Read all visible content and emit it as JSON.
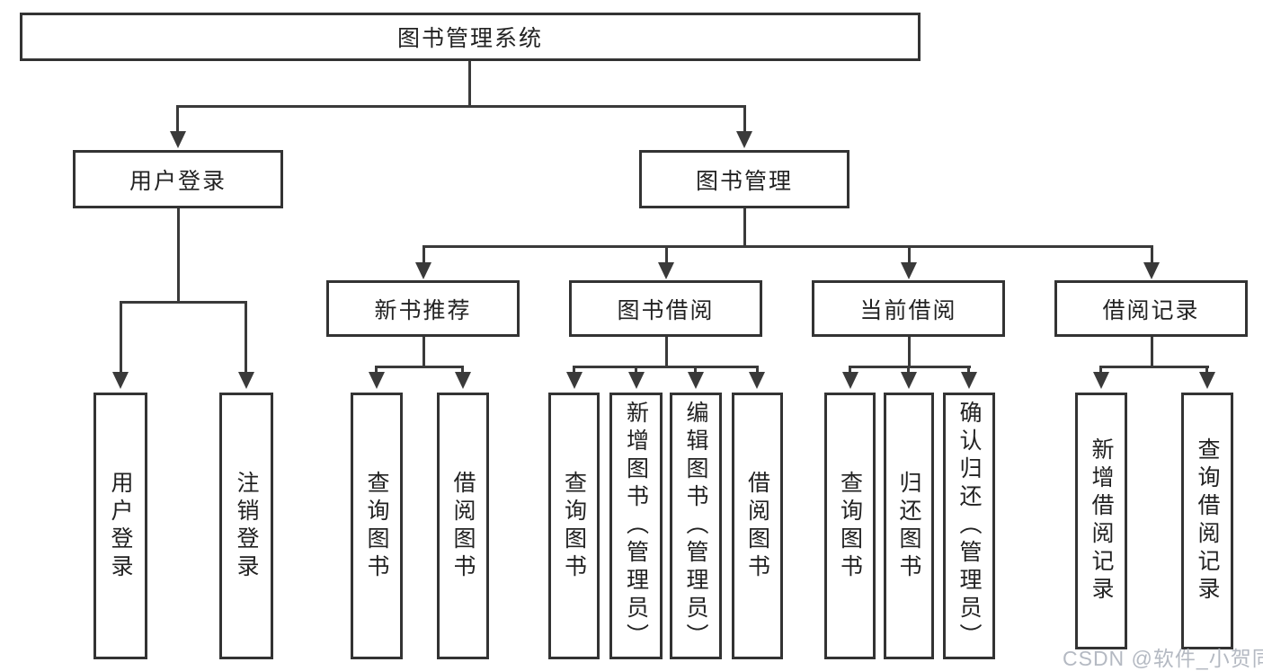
{
  "root": {
    "label": "图书管理系统"
  },
  "branches": [
    {
      "label": "用户登录",
      "children": [
        {
          "label": "用户登录"
        },
        {
          "label": "注销登录"
        }
      ]
    },
    {
      "label": "图书管理",
      "children": [
        {
          "label": "新书推荐",
          "children": [
            {
              "label": "查询图书"
            },
            {
              "label": "借阅图书"
            }
          ]
        },
        {
          "label": "图书借阅",
          "children": [
            {
              "label": "查询图书"
            },
            {
              "label": "新增图书（管理员）"
            },
            {
              "label": "编辑图书（管理员）"
            },
            {
              "label": "借阅图书"
            }
          ]
        },
        {
          "label": "当前借阅",
          "children": [
            {
              "label": "查询图书"
            },
            {
              "label": "归还图书"
            },
            {
              "label": "确认归还（管理员）"
            }
          ]
        },
        {
          "label": "借阅记录",
          "children": [
            {
              "label": "新增借阅记录"
            },
            {
              "label": "查询借阅记录"
            }
          ]
        }
      ]
    }
  ],
  "watermark": {
    "text": "CSDN @软件_小贺同学"
  },
  "colors": {
    "background": "#ffffff",
    "line": "#3a3a3a",
    "box_border": "#333333",
    "text": "#222222",
    "watermark": "#b4b9c2"
  }
}
